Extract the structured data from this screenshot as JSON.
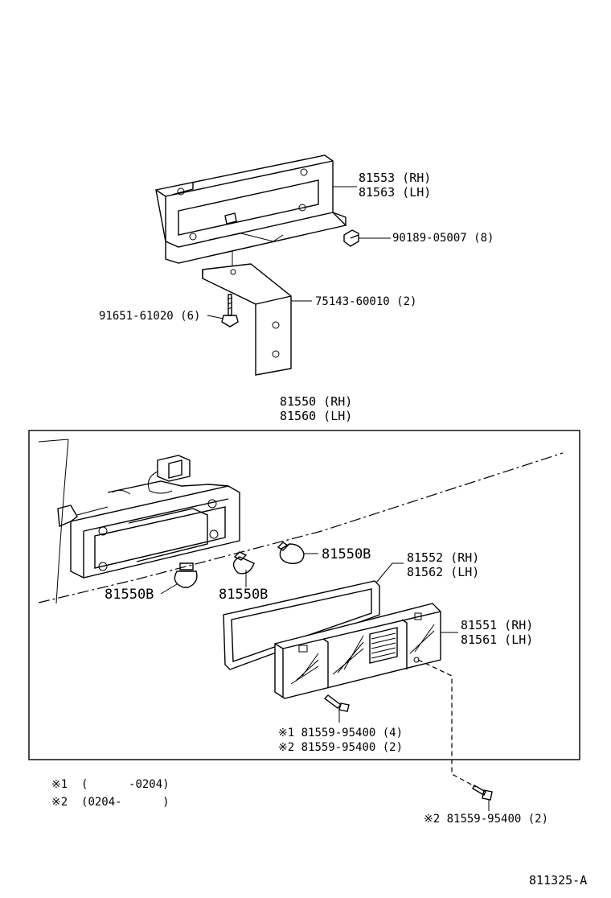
{
  "parts": {
    "bracket_upper": {
      "rh": "81553 (RH)",
      "lh": "81563 (LH)"
    },
    "clip": "90189-05007 (8)",
    "stay": "75143-60010 (2)",
    "bolt": "91651-61020 (6)",
    "lamp_assy": {
      "rh": "81550 (RH)",
      "lh": "81560 (LH)"
    },
    "bulb_1": "81550B",
    "bulb_2": "81550B",
    "bulb_3": "81550B",
    "gasket": {
      "rh": "81552 (RH)",
      "lh": "81562 (LH)"
    },
    "lens": {
      "rh": "81551 (RH)",
      "lh": "81561 (LH)"
    },
    "screw_inner": {
      "line1": "※1 81559-95400 (4)",
      "line2": "※2 81559-95400 (2)"
    },
    "screw_outer": "※2 81559-95400 (2)"
  },
  "notes": {
    "note1": "※1  (      -0204)",
    "note2": "※2  (0204-      )"
  },
  "diagram_id": "811325-A"
}
